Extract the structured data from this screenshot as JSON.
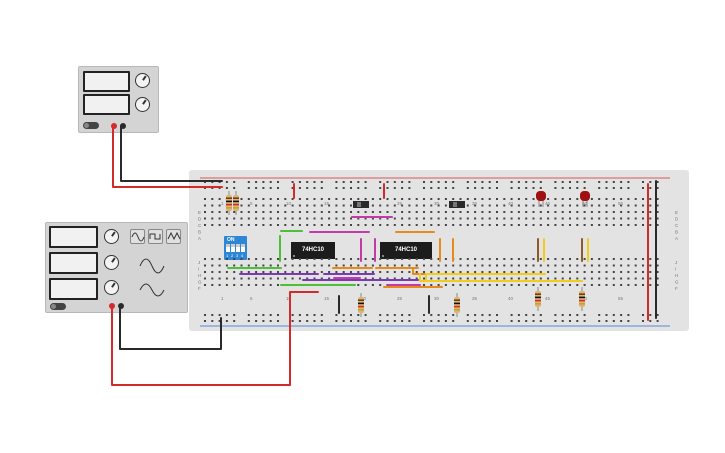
{
  "ic_chips": [
    {
      "label": "74HC10"
    },
    {
      "label": "74HC10"
    }
  ],
  "dip_switch": {
    "label": "ON",
    "numbers": [
      "1",
      "2",
      "3",
      "4"
    ]
  },
  "breadboard": {
    "column_numbers": [
      "1",
      "5",
      "10",
      "15",
      "20",
      "25",
      "30",
      "35",
      "40",
      "45",
      "50",
      "55"
    ],
    "row_letters_top": [
      "J",
      "I",
      "H",
      "G",
      "F"
    ],
    "row_letters_bottom": [
      "E",
      "D",
      "C",
      "B",
      "A"
    ]
  },
  "colors": {
    "wire_red": "#d32a2a",
    "wire_black": "#2a2a2a",
    "wire_green": "#4fbf3a",
    "wire_magenta": "#c43aa8",
    "wire_orange": "#e8891c",
    "wire_yellow": "#f2cc1b",
    "wire_purple": "#7a3ab4",
    "wire_brown": "#8c5a2c",
    "led_red": "#a01010",
    "dip_blue": "#2e86d6",
    "ic_black": "#1c1c1c",
    "breadboard": "#e3e3e3",
    "psu_body": "#d4d4d4"
  },
  "icons": {
    "knob": "knob-icon",
    "power_switch": "power-switch-icon",
    "wave_sine": "sine-wave-icon",
    "wave_square": "square-wave-icon",
    "wave_triangle": "triangle-wave-icon",
    "slide_switch": "slide-switch-icon"
  }
}
